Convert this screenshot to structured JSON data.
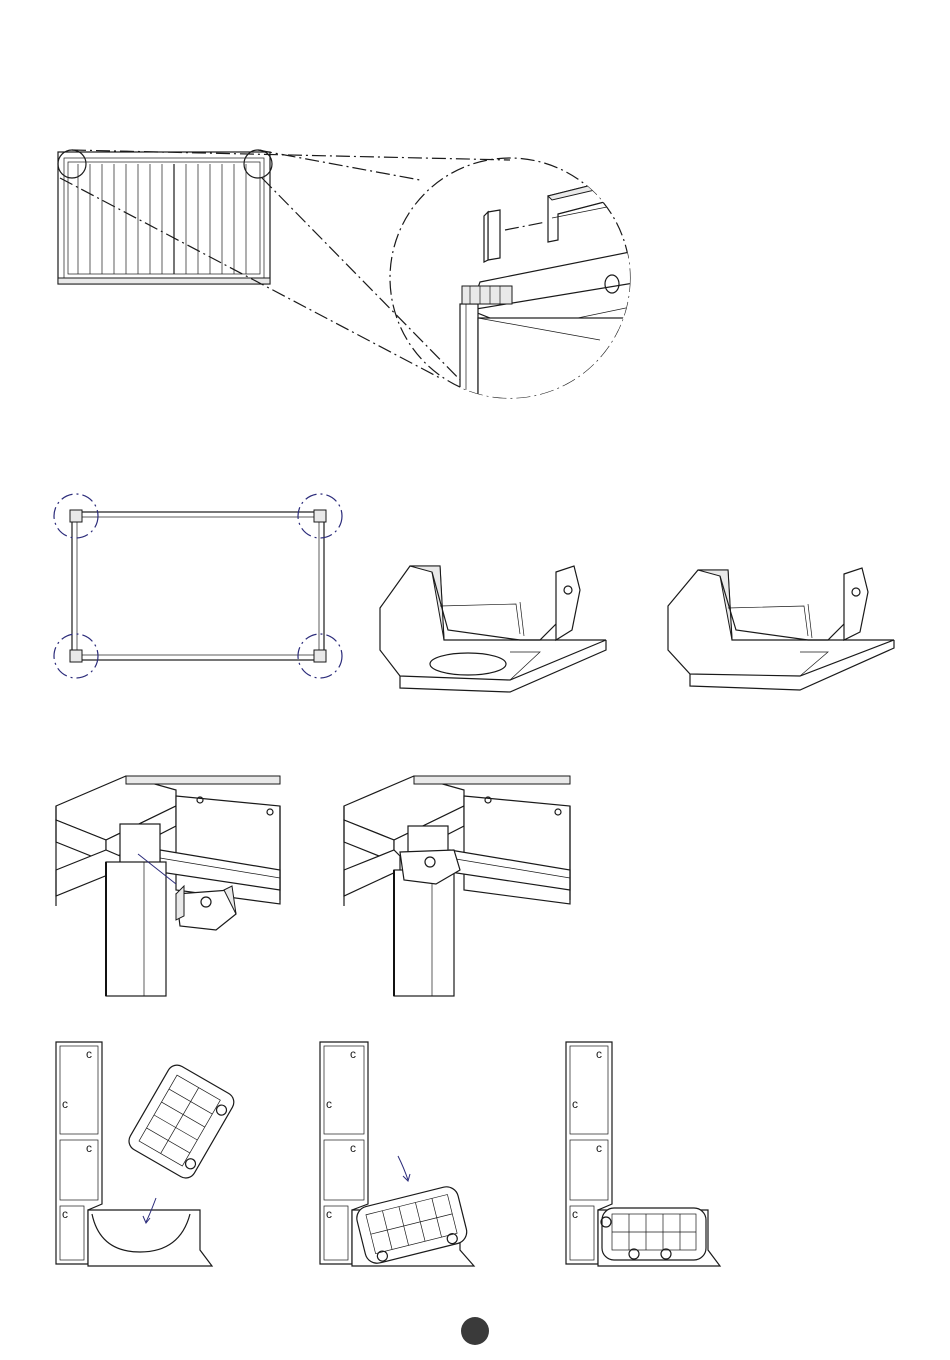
{
  "page": {
    "page_number": ""
  },
  "figures": {
    "step1": "panel-corner-detail",
    "step2": "frame-corner-inserts",
    "step3": "corner-bracket-install",
    "step4": "gutter-piece-rotation"
  },
  "colors": {
    "line": "#1a1a1a",
    "callout": "#2b2b7a",
    "badge": "#3a3a3a"
  }
}
